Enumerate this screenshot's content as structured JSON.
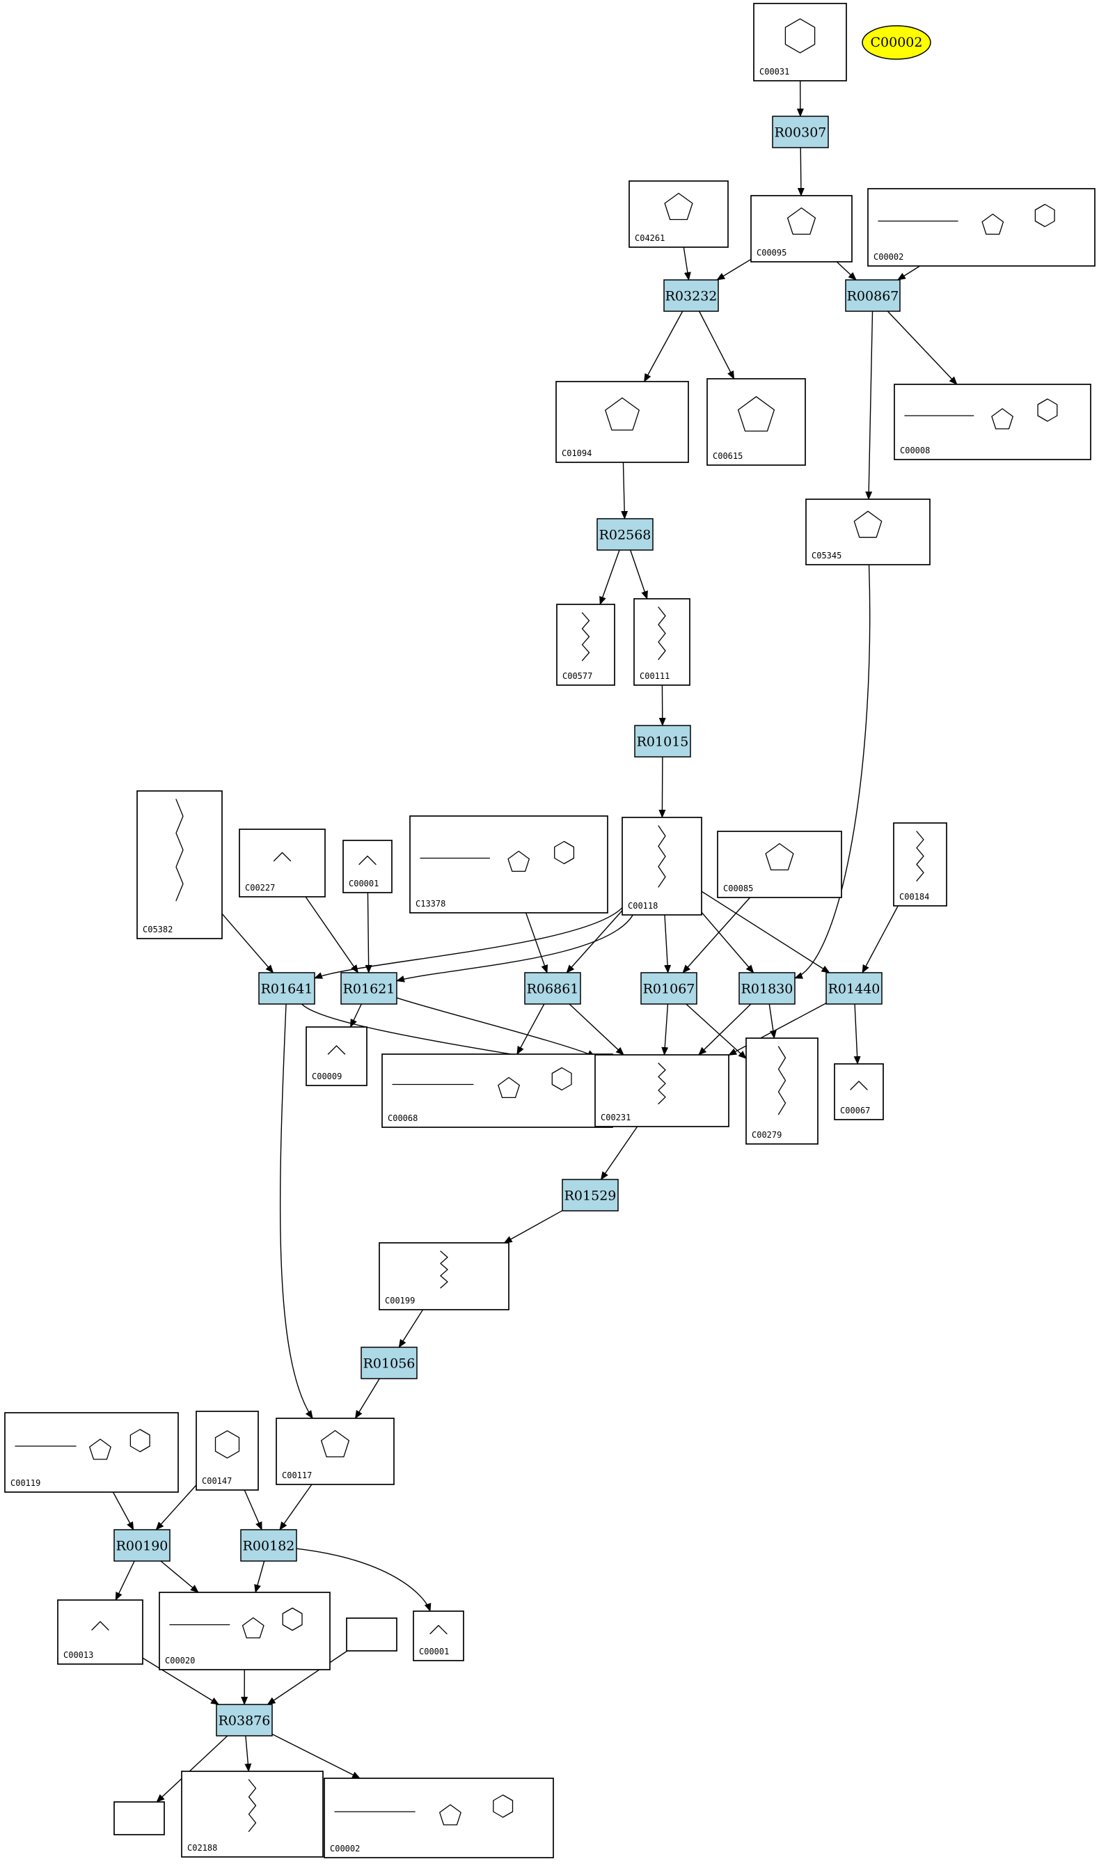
{
  "diagram": {
    "highlight": {
      "label": "C00002",
      "fill": "#ffff00"
    },
    "colors": {
      "reaction_fill": "#add8e6",
      "compound_fill": "#ffffff",
      "line": "#000000"
    },
    "compounds": [
      {
        "id": "C00031",
        "label": "C00031"
      },
      {
        "id": "C00095",
        "label": "C00095"
      },
      {
        "id": "C04261",
        "label": "C04261"
      },
      {
        "id": "C00002a",
        "label": "C00002"
      },
      {
        "id": "C01094",
        "label": "C01094"
      },
      {
        "id": "C00615",
        "label": "C00615"
      },
      {
        "id": "C00008",
        "label": "C00008"
      },
      {
        "id": "C05345",
        "label": "C05345"
      },
      {
        "id": "C00577",
        "label": "C00577"
      },
      {
        "id": "C00111",
        "label": "C00111"
      },
      {
        "id": "C05382",
        "label": "C05382"
      },
      {
        "id": "C00227",
        "label": "C00227"
      },
      {
        "id": "C00001a",
        "label": "C00001"
      },
      {
        "id": "C13378",
        "label": "C13378"
      },
      {
        "id": "C00118",
        "label": "C00118"
      },
      {
        "id": "C00085",
        "label": "C00085"
      },
      {
        "id": "C00184",
        "label": "C00184"
      },
      {
        "id": "C00009",
        "label": "C00009"
      },
      {
        "id": "C00068",
        "label": "C00068"
      },
      {
        "id": "C00231",
        "label": "C00231"
      },
      {
        "id": "C00279",
        "label": "C00279"
      },
      {
        "id": "C00067",
        "label": "C00067"
      },
      {
        "id": "C00199",
        "label": "C00199"
      },
      {
        "id": "C00119",
        "label": "C00119"
      },
      {
        "id": "C00147",
        "label": "C00147"
      },
      {
        "id": "C00117",
        "label": "C00117"
      },
      {
        "id": "C00013",
        "label": "C00013"
      },
      {
        "id": "C00020",
        "label": "C00020"
      },
      {
        "id": "C00001b",
        "label": "C00001"
      },
      {
        "id": "blank1",
        "label": ""
      },
      {
        "id": "blank2",
        "label": ""
      },
      {
        "id": "C02188",
        "label": "C02188"
      },
      {
        "id": "C00002b",
        "label": "C00002"
      }
    ],
    "reactions": [
      {
        "id": "R00307",
        "label": "R00307"
      },
      {
        "id": "R03232",
        "label": "R03232"
      },
      {
        "id": "R00867",
        "label": "R00867"
      },
      {
        "id": "R02568",
        "label": "R02568"
      },
      {
        "id": "R01015",
        "label": "R01015"
      },
      {
        "id": "R01641",
        "label": "R01641"
      },
      {
        "id": "R01621",
        "label": "R01621"
      },
      {
        "id": "R06861",
        "label": "R06861"
      },
      {
        "id": "R01067",
        "label": "R01067"
      },
      {
        "id": "R01830",
        "label": "R01830"
      },
      {
        "id": "R01440",
        "label": "R01440"
      },
      {
        "id": "R01529",
        "label": "R01529"
      },
      {
        "id": "R01056",
        "label": "R01056"
      },
      {
        "id": "R00190",
        "label": "R00190"
      },
      {
        "id": "R00182",
        "label": "R00182"
      },
      {
        "id": "R03876",
        "label": "R03876"
      }
    ],
    "edges": [
      [
        "C00031",
        "R00307"
      ],
      [
        "R00307",
        "C00095"
      ],
      [
        "C04261",
        "R03232"
      ],
      [
        "C00095",
        "R03232"
      ],
      [
        "C00095",
        "R00867"
      ],
      [
        "C00002a",
        "R00867"
      ],
      [
        "R03232",
        "C01094"
      ],
      [
        "R03232",
        "C00615"
      ],
      [
        "R00867",
        "C00008"
      ],
      [
        "R00867",
        "C05345"
      ],
      [
        "C01094",
        "R02568"
      ],
      [
        "R02568",
        "C00577"
      ],
      [
        "R02568",
        "C00111"
      ],
      [
        "C00111",
        "R01015"
      ],
      [
        "R01015",
        "C00118"
      ],
      [
        "C05382",
        "R01641"
      ],
      [
        "C00227",
        "R01621"
      ],
      [
        "C00001a",
        "R01621"
      ],
      [
        "C13378",
        "R06861"
      ],
      [
        "C00118",
        "R01641"
      ],
      [
        "C00118",
        "R01621"
      ],
      [
        "C00118",
        "R06861"
      ],
      [
        "C00118",
        "R01067"
      ],
      [
        "C00118",
        "R01830"
      ],
      [
        "C00118",
        "R01440"
      ],
      [
        "C00085",
        "R01067"
      ],
      [
        "C05345",
        "R01830"
      ],
      [
        "C00184",
        "R01440"
      ],
      [
        "R01621",
        "C00009"
      ],
      [
        "R06861",
        "C00068"
      ],
      [
        "R01641",
        "C00231"
      ],
      [
        "R01621",
        "C00231"
      ],
      [
        "R06861",
        "C00231"
      ],
      [
        "R01067",
        "C00231"
      ],
      [
        "R01830",
        "C00231"
      ],
      [
        "R01440",
        "C00231"
      ],
      [
        "R01067",
        "C00279"
      ],
      [
        "R01830",
        "C00279"
      ],
      [
        "R01440",
        "C00067"
      ],
      [
        "C00231",
        "R01529"
      ],
      [
        "R01529",
        "C00199"
      ],
      [
        "C00199",
        "R01056"
      ],
      [
        "R01056",
        "C00117"
      ],
      [
        "R01641",
        "C00117"
      ],
      [
        "C00119",
        "R00190"
      ],
      [
        "C00147",
        "R00190"
      ],
      [
        "C00147",
        "R00182"
      ],
      [
        "C00117",
        "R00182"
      ],
      [
        "R00190",
        "C00013"
      ],
      [
        "R00190",
        "C00020"
      ],
      [
        "R00182",
        "C00020"
      ],
      [
        "R00182",
        "C00001b"
      ],
      [
        "C00013",
        "R03876"
      ],
      [
        "C00020",
        "R03876"
      ],
      [
        "blank1",
        "R03876"
      ],
      [
        "R03876",
        "blank2"
      ],
      [
        "R03876",
        "C02188"
      ],
      [
        "R03876",
        "C00002b"
      ]
    ]
  }
}
